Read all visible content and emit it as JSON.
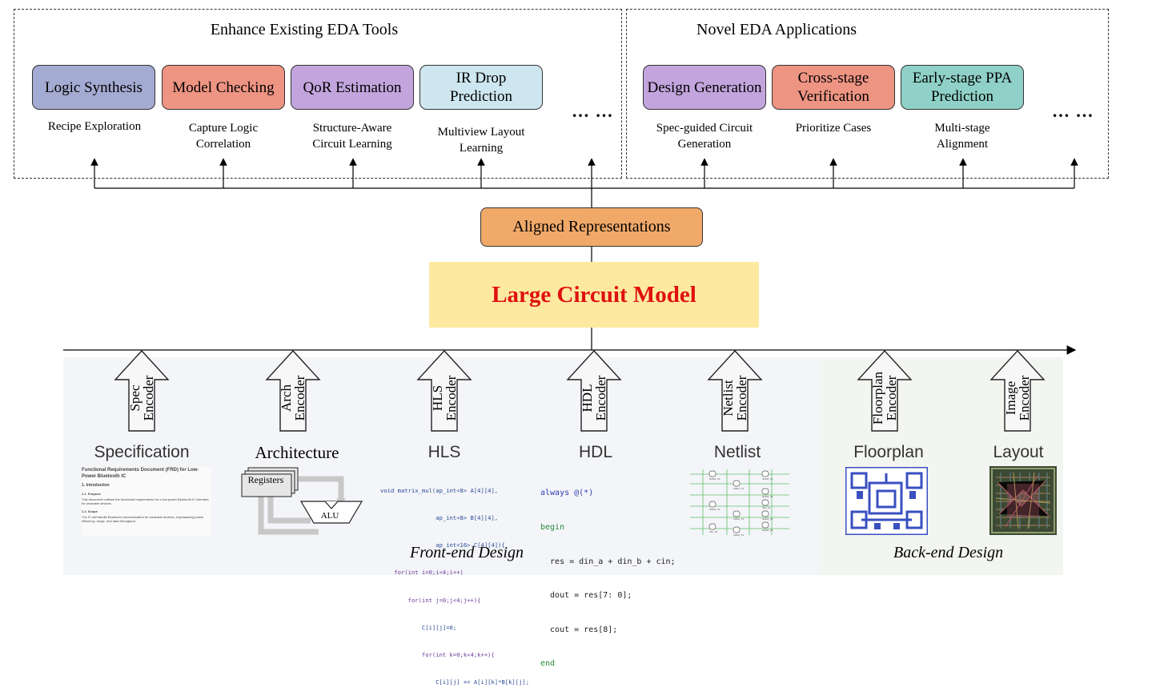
{
  "top": {
    "enhance": {
      "title": "Enhance Existing EDA Tools",
      "apps": [
        {
          "label": "Logic Synthesis",
          "color": "#a4abd2",
          "desc": [
            "Recipe Exploration"
          ]
        },
        {
          "label": "Model Checking",
          "color": "#ee9483",
          "desc": [
            "Capture Logic",
            "Correlation"
          ]
        },
        {
          "label": "QoR Estimation",
          "color": "#c3a5dd",
          "desc": [
            "Structure-Aware",
            "Circuit Learning"
          ]
        },
        {
          "label": "IR Drop Prediction",
          "lines": [
            "IR Drop",
            "Prediction"
          ],
          "color": "#cde6ef",
          "desc": [
            "Multiview Layout",
            "Learning"
          ]
        }
      ],
      "ellipsis": "… …"
    },
    "novel": {
      "title": "Novel EDA Applications",
      "apps": [
        {
          "label": "Design Generation",
          "color": "#c3a5dd",
          "desc": [
            "Spec-guided Circuit",
            "Generation"
          ]
        },
        {
          "label": "Cross-stage Verification",
          "lines": [
            "Cross-stage",
            "Verification"
          ],
          "color": "#ee9483",
          "desc": [
            "Prioritize Cases"
          ]
        },
        {
          "label": "Early-stage PPA Prediction",
          "lines": [
            "Early-stage PPA",
            "Prediction"
          ],
          "color": "#8fd1c8",
          "desc": [
            "Multi-stage",
            "Alignment"
          ]
        }
      ],
      "ellipsis": "… …"
    }
  },
  "aligned_label": "Aligned Representations",
  "lcm_label": "Large Circuit Model",
  "stages": [
    {
      "encoder": [
        "Spec",
        "Encoder"
      ],
      "label": "Specification"
    },
    {
      "encoder": [
        "Arch",
        "Encoder"
      ],
      "label": "Architecture"
    },
    {
      "encoder": [
        "HLS",
        "Encoder"
      ],
      "label": "HLS"
    },
    {
      "encoder": [
        "HDL",
        "Encoder"
      ],
      "label": "HDL"
    },
    {
      "encoder": [
        "Netlist",
        "Encoder"
      ],
      "label": "Netlist"
    },
    {
      "encoder": [
        "Floorplan",
        "Encoder"
      ],
      "label": "Floorplan"
    },
    {
      "encoder": [
        "Image",
        "Encoder"
      ],
      "label": "Layout"
    }
  ],
  "front_end_label": "Front-end Design",
  "back_end_label": "Back-end Design",
  "spec_doc": {
    "title": "Functional Requirements Document (FRD) for Low-Power Bluetooth IC",
    "h1": "1. Introduction",
    "h2": "1.1. Purpose",
    "p1": "This document outlines the functional requirements for a low-power Bluetooth IC intended for wearable devices.",
    "h3": "1.2. Scope",
    "p2": "The IC will handle Bluetooth communication for wearable devices, emphasizing power efficiency, range, and data throughput."
  },
  "arch": {
    "registers": "Registers",
    "alu": "ALU"
  },
  "hls_code": [
    "void matrix_mul(ap_int<8> A[4][4],",
    "                ap_int<8> B[4][4],",
    "                ap_int<16> C[4][4]){",
    "    for(int i=0;i<4;i++)",
    "        for(int j=0;j<4;j++){",
    "            C[i][j]=0;",
    "            for(int k=0;k<4;k++){",
    "                C[i][j] += A[i][k]*B[k][j];"
  ],
  "hdl_code": [
    "always @(*)",
    "begin",
    "  res = din_a + din_b + cin;",
    "  dout = res[7: 0];",
    "  cout = res[8];",
    "end"
  ],
  "netlist_cells": [
    "NOR2_X1",
    "NOR2_X1",
    "AND2_X1",
    "NOR2_X1",
    "NOR2_X1",
    "INV_X1",
    "AND2_X1",
    "NOR2_X1",
    "INV_X1",
    "NOR2_X1",
    "AND2_X1"
  ]
}
